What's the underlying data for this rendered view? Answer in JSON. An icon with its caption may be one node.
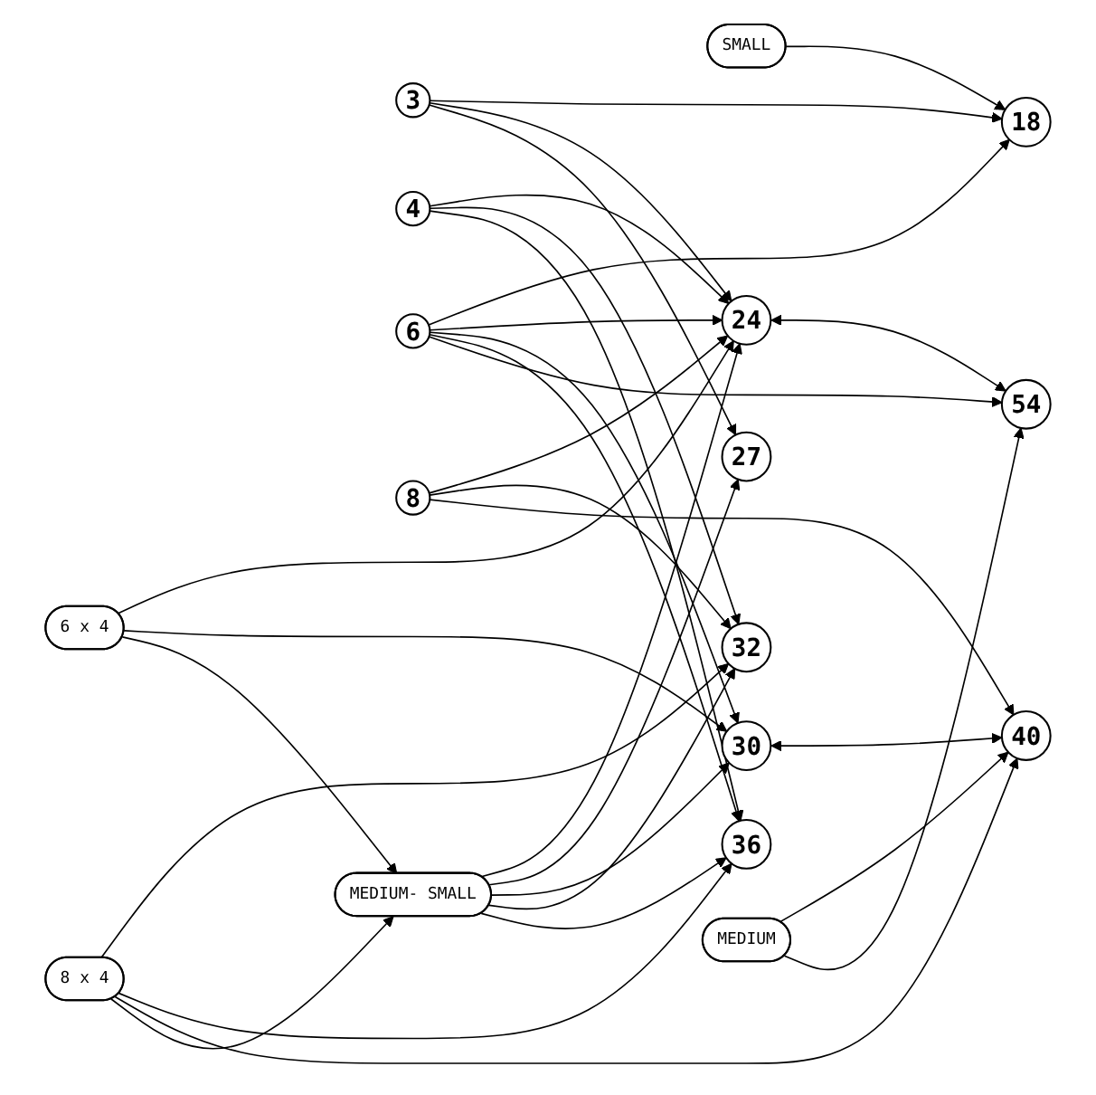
{
  "diagram": {
    "nodes": [
      {
        "text": [
          "3"
        ]
      },
      {
        "text": [
          "4"
        ]
      },
      {
        "text": [
          "6"
        ]
      },
      {
        "text": [
          "8"
        ]
      },
      {
        "text": [
          "6 x 4"
        ]
      },
      {
        "text": [
          "8 x 4"
        ]
      },
      {
        "text": [
          "18"
        ]
      },
      {
        "text": [
          "24"
        ]
      },
      {
        "text": [
          "27"
        ]
      },
      {
        "text": [
          "30"
        ]
      },
      {
        "text": [
          "32"
        ]
      },
      {
        "text": [
          "36"
        ]
      },
      {
        "text": [
          "40"
        ]
      },
      {
        "text": [
          "54"
        ]
      },
      {
        "text": [
          "SMALL"
        ]
      },
      {
        "text": [
          "MEDIUM- SMALL"
        ]
      },
      {
        "text": [
          "MEDIUM"
        ]
      }
    ],
    "edges": [
      {
        "from": 0,
        "to": 6,
        "arrow": "to"
      },
      {
        "from": 0,
        "to": 7,
        "arrow": "to"
      },
      {
        "from": 0,
        "to": 8,
        "arrow": "to"
      },
      {
        "from": 1,
        "to": 7,
        "arrow": "to"
      },
      {
        "from": 1,
        "to": 10,
        "arrow": "to"
      },
      {
        "from": 1,
        "to": 11,
        "arrow": "to"
      },
      {
        "from": 2,
        "to": 6,
        "arrow": "to"
      },
      {
        "from": 2,
        "to": 7,
        "arrow": "to"
      },
      {
        "from": 2,
        "to": 9,
        "arrow": "to"
      },
      {
        "from": 2,
        "to": 11,
        "arrow": "to"
      },
      {
        "from": 2,
        "to": 13,
        "arrow": "to"
      },
      {
        "from": 3,
        "to": 7,
        "arrow": "to"
      },
      {
        "from": 3,
        "to": 10,
        "arrow": "to"
      },
      {
        "from": 3,
        "to": 12,
        "arrow": "to"
      },
      {
        "from": 4,
        "to": 7,
        "arrow": "to"
      },
      {
        "from": 4,
        "to": 9,
        "arrow": "to"
      },
      {
        "from": 4,
        "to": 15,
        "arrow": "to"
      },
      {
        "from": 5,
        "to": 10,
        "arrow": "to"
      },
      {
        "from": 5,
        "to": 11,
        "arrow": "to"
      },
      {
        "from": 5,
        "to": 12,
        "arrow": "to"
      },
      {
        "from": 5,
        "to": 15,
        "arrow": "to"
      },
      {
        "from": 14,
        "to": 6,
        "arrow": "to"
      },
      {
        "from": 15,
        "to": 7,
        "arrow": "to"
      },
      {
        "from": 15,
        "to": 8,
        "arrow": "to"
      },
      {
        "from": 15,
        "to": 9,
        "arrow": "to"
      },
      {
        "from": 15,
        "to": 10,
        "arrow": "to"
      },
      {
        "from": 15,
        "to": 11,
        "arrow": "to"
      },
      {
        "from": 16,
        "to": 12,
        "arrow": "to"
      },
      {
        "from": 16,
        "to": 13,
        "arrow": "to"
      },
      {
        "from": 7,
        "to": 13,
        "arrow": "both"
      },
      {
        "from": 9,
        "to": 12,
        "arrow": "both"
      }
    ]
  }
}
